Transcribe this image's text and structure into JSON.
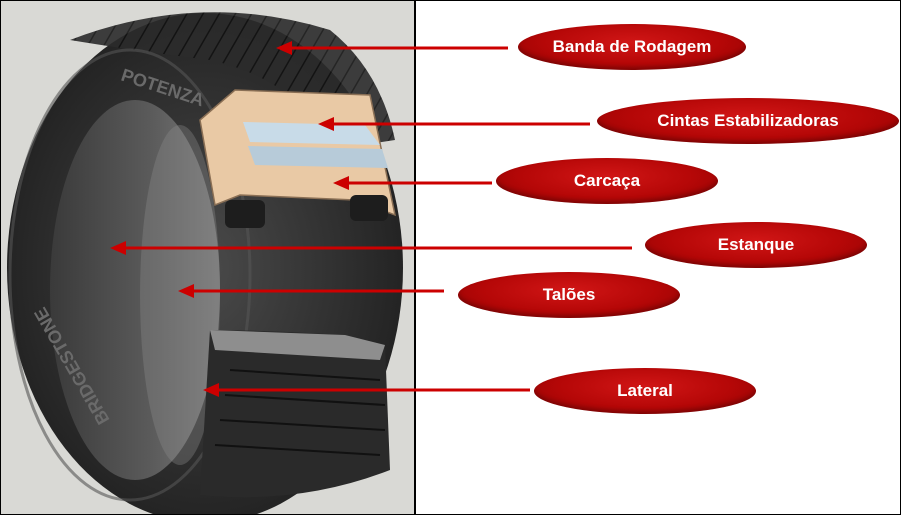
{
  "labels": {
    "banda": "Banda de Rodagem",
    "cintas": "Cintas Estabilizadoras",
    "carcaca": "Carcaça",
    "estanque": "Estanque",
    "taloes": "Talões",
    "lateral": "Lateral"
  },
  "tire_text": {
    "brand_top": "POTENZA",
    "brand_side": "BRIDGESTONE"
  },
  "colors": {
    "label_fill": "#b50707",
    "label_text": "#ffffff",
    "arrow": "#cc0000",
    "photo_bg": "#d9d9d5"
  }
}
